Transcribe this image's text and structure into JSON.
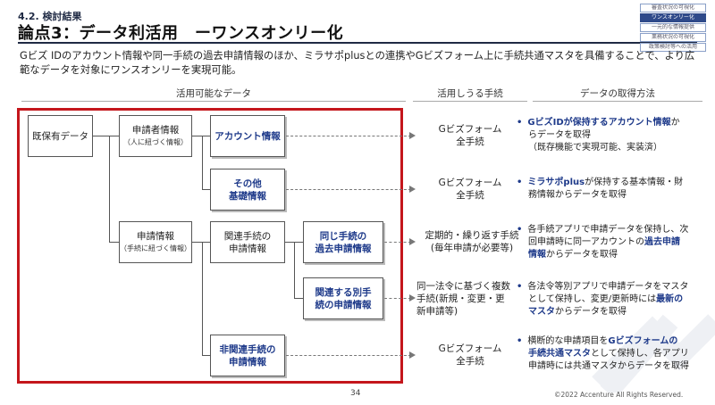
{
  "header": {
    "section_no": "4.2. 検討結果",
    "title": "論点3：データ利活用　ーワンスオンリー化",
    "lead": "Gビズ IDのアカウント情報や同一手続の過去申請情報のほか、ミラサポplusとの連携やGビズフォーム上に手続共通マスタを具備することで、より広範なデータを対象にワンスオンリーを実現可能。"
  },
  "nav": [
    "審査状況の可視化",
    "ワンスオンリー化",
    "一元的な情報提供",
    "業務状況の可視化",
    "政策検討等への活用"
  ],
  "columns": {
    "data": "活用可能なデータ",
    "procedure": "活用しうる手続",
    "method": "データの取得方法"
  },
  "tree": {
    "root": "既保有データ",
    "applicant": {
      "label": "申請者情報",
      "sub": "（人に紐づく情報）"
    },
    "account": "アカウント情報",
    "other_line1": "その他",
    "other_line2": "基礎情報",
    "application": {
      "label": "申請情報",
      "sub": "（手続に紐づく情報）"
    },
    "related_line1": "関連手続の",
    "related_line2": "申請情報",
    "same_line1": "同じ手続の",
    "same_line2": "過去申請情報",
    "relother_line1": "関連する別手",
    "relother_line2": "続の申請情報",
    "unrelated_line1": "非関連手続の",
    "unrelated_line2": "申請情報"
  },
  "procedures": [
    {
      "l1": "Gビズフォーム",
      "l2": "全手続",
      "l3": ""
    },
    {
      "l1": "Gビズフォーム",
      "l2": "全手続",
      "l3": ""
    },
    {
      "l1": "定期的・繰り返す手続",
      "l2": "(毎年申請が必要等)",
      "l3": ""
    },
    {
      "l1": "同一法令に基づく複数",
      "l2": "手続(新規・変更・更",
      "l3": "新申請等)"
    },
    {
      "l1": "Gビズフォーム",
      "l2": "全手続",
      "l3": ""
    }
  ],
  "methods": [
    {
      "b1": "GビズIDが保持するアカウント情報",
      "t1": "か",
      "l2": "らデータを取得",
      "l3": "（既存機能で実現可能、実装済）"
    },
    {
      "b1": "ミラサポplus",
      "t1": "が保持する基本情報・財",
      "l2": "務情報からデータを取得",
      "l3": ""
    },
    {
      "t0": "各手続アプリで申請データを保持し、次",
      "t1": "回申請時に同一アカウントの",
      "b1": "過去申請",
      "b2": "情報",
      "t2": "からデータを取得"
    },
    {
      "t0": "各法令等別アプリで申請データをマスタ",
      "t1": "として保持し、変更/更新時には",
      "b1": "最新の",
      "b2": "マスタ",
      "t2": "からデータを取得"
    },
    {
      "t0": "横断的な申請項目を",
      "b0": "Gビズフォームの",
      "b1": "手続共通マスタ",
      "t1": "として保持し、各アプリ",
      "l3": "申請時には共通マスタからデータを取得"
    }
  ],
  "footer": {
    "page": "34",
    "copyright": "©2022 Accenture All Rights Reserved."
  },
  "colors": {
    "accent_blue": "#1e3a8a",
    "red_frame": "#c4161c"
  }
}
